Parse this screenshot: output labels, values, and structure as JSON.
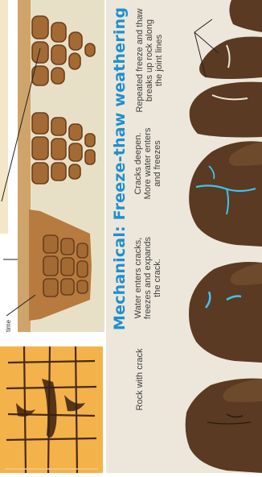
{
  "diagram": {
    "title": "Mechanical: Freeze-thaw weathering",
    "stages": [
      {
        "lines": [
          "Rock with crack"
        ]
      },
      {
        "lines": [
          "Water enters cracks,",
          "freezes and expands",
          "the crack."
        ]
      },
      {
        "lines": [
          "Cracks deepen.",
          "More water enters",
          "and freezes"
        ]
      },
      {
        "lines": [
          "Repeated freeze and thaw",
          "breaks up rock along",
          "the joint lines"
        ]
      }
    ],
    "fragment_label": "time",
    "colors": {
      "title": "#1f8fd0",
      "rock": "#5a3a22",
      "ice": "#3fc4ec",
      "panel": "#ece7da",
      "tor_panel": "#e8e0c6",
      "tor_block": "#a46a34"
    }
  }
}
